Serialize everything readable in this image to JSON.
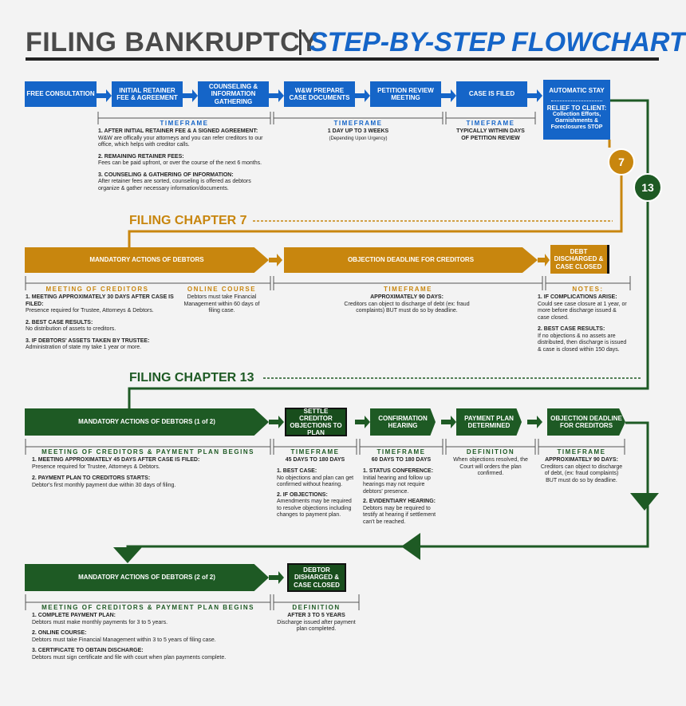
{
  "title": {
    "left": "FILING BANKRUPTCY",
    "separator": "|",
    "right": "STEP-BY-STEP FLOWCHART"
  },
  "colors": {
    "blue": "#1565c8",
    "gold": "#c8860e",
    "green": "#1e5a24"
  },
  "top_steps": [
    "FREE CONSULTATION",
    "INITIAL RETAINER FEE & AGREEMENT",
    "COUNSELING & INFORMATION GATHERING",
    "W&W PREPARE CASE DOCUMENTS",
    "PETITION REVIEW MEETING",
    "CASE IS FILED"
  ],
  "auto_stay": {
    "title": "AUTOMATIC STAY",
    "relief_title": "RELIEF TO CLIENT:",
    "relief_body": "Collection Efforts, Garnishments & Foreclosures STOP"
  },
  "timeframe1": {
    "header": "TIMEFRAME",
    "items": [
      {
        "title": "1.  AFTER INITIAL RETAINER FEE & A SIGNED AGREEMENT:",
        "body": "W&W are offically your attorneys and you can refer creditors to our office, which helps with creditor calls."
      },
      {
        "title": "2.  REMAINING RETAINER FEES:",
        "body": "Fees can be paid upfront, or over the course of the next 6 months."
      },
      {
        "title": "3.  COUNSELING & GATHERING OF INFORMATION:",
        "body": "After retainer fees are sorted, counseling is offered as debtors organize & gather necessary information/documents."
      }
    ]
  },
  "timeframe2": {
    "header": "TIMEFRAME",
    "line1": "1 DAY UP TO 3 WEEKS",
    "line2": "(Depending Upon Urgency)"
  },
  "timeframe3": {
    "header": "TIMEFRAME",
    "line1": "TYPICALLY WITHIN DAYS",
    "line2": "OF PETITION REVIEW"
  },
  "circle7": "7",
  "circle13": "13",
  "ch7": {
    "label": "FILING CHAPTER 7",
    "box1": "MANDATORY ACTIONS OF DEBTORS",
    "box2": "OBJECTION DEADLINE FOR CREDITORS",
    "box3": "DEBT DISCHARGED & CASE CLOSED",
    "meeting": {
      "header": "MEETING OF CREDITORS",
      "items": [
        {
          "title": "1.  MEETING APPROXIMATELY 30 DAYS AFTER CASE IS FILED:",
          "body": "Presence required for Trustee, Attorneys & Debtors."
        },
        {
          "title": "2.  BEST CASE RESULTS:",
          "body": "No distribution of assets to creditors."
        },
        {
          "title": "3.  IF DEBTORS' ASSETS TAKEN BY TRUSTEE:",
          "body": "Administration of state my take 1 year or more."
        }
      ]
    },
    "online": {
      "header": "ONLINE COURSE",
      "body": "Debtors must take Financial Management within 60 days of filing case."
    },
    "timeframe": {
      "header": "TIMEFRAME",
      "title": "APPROXIMATELY 90 DAYS:",
      "body": "Creditors can object to discharge of debt (ex: fraud complaints) BUT must do so by deadline."
    },
    "notes": {
      "header": "NOTES:",
      "items": [
        {
          "title": "1.  IF COMPLICATIONS ARISE:",
          "body": "Could see case closure at 1 year, or more before discharge issued & case closed."
        },
        {
          "title": "2.  BEST CASE RESULTS:",
          "body": "If no objections & no assets are distributed, then discharge is issued & case is closed within 150 days."
        }
      ]
    }
  },
  "ch13": {
    "label": "FILING CHAPTER 13",
    "box1": "MANDATORY ACTIONS OF DEBTORS (1 of 2)",
    "box2": "SETTLE CREDITOR OBJECTIONS TO PLAN",
    "box3": "CONFIRMATION HEARING",
    "box4": "PAYMENT PLAN DETERMINED",
    "box5": "OBJECTION DEADLINE FOR CREDITORS",
    "meeting": {
      "header": "MEETING OF CREDITORS & PAYMENT PLAN BEGINS",
      "items": [
        {
          "title": "1.  MEETING APPROXIMATELY 45 DAYS AFTER CASE IS FILED:",
          "body": "Presence required for Trustee, Attorneys & Debtors."
        },
        {
          "title": "2.  PAYMENT PLAN TO CREDITORS STARTS:",
          "body": "Debtor's first monthly payment due within 30 days of filing."
        }
      ]
    },
    "tf_a": {
      "header": "TIMEFRAME",
      "range": "45 DAYS TO 180  DAYS",
      "items": [
        {
          "title": "1.  BEST CASE:",
          "body": "No objections and plan can get confirmed without hearing."
        },
        {
          "title": "2.  IF OBJECTIONS:",
          "body": "Amendments may be required to resolve objections including changes to payment plan."
        }
      ]
    },
    "tf_b": {
      "header": "TIMEFRAME",
      "range": "60 DAYS TO 180  DAYS",
      "items": [
        {
          "title": "1.  STATUS CONFERENCE:",
          "body": "Initial hearing and follow up hearings may not require debtors' presence."
        },
        {
          "title": "2.  EVIDENTIARY HEARING:",
          "body": "Debtors may be required to testify at hearing if settlement can't be reached."
        }
      ]
    },
    "definition": {
      "header": "DEFINITION",
      "body": "When objections resolved, the Court will orders the plan confirmed."
    },
    "tf_c": {
      "header": "TIMEFRAME",
      "title": "APPROXIMATELY 90 DAYS:",
      "body": "Creditors can object to discharge of debt, (ex: fraud complaints) BUT must do so by deadline."
    },
    "box6": "MANDATORY ACTIONS OF DEBTORS (2 of 2)",
    "box7": "DEBTOR DISHARGED & CASE CLOSED",
    "meeting2": {
      "header": "MEETING OF CREDITORS & PAYMENT PLAN BEGINS",
      "items": [
        {
          "title": "1.  COMPLETE PAYMENT PLAN:",
          "body": "Debtors must make monthly payments for 3 to 5 years."
        },
        {
          "title": "2.  ONLINE COURSE:",
          "body": "Debtors must take Financial Management within 3 to 5 years of filing case."
        },
        {
          "title": "3.  CERTIFICATE TO OBTAIN DISCHARGE:",
          "body": "Debtors must sign certificate and file with court when plan payments complete."
        }
      ]
    },
    "definition2": {
      "header": "DEFINITION",
      "title": "AFTER 3 TO 5 YEARS",
      "body": "Discharge issued after payment plan completed."
    }
  }
}
